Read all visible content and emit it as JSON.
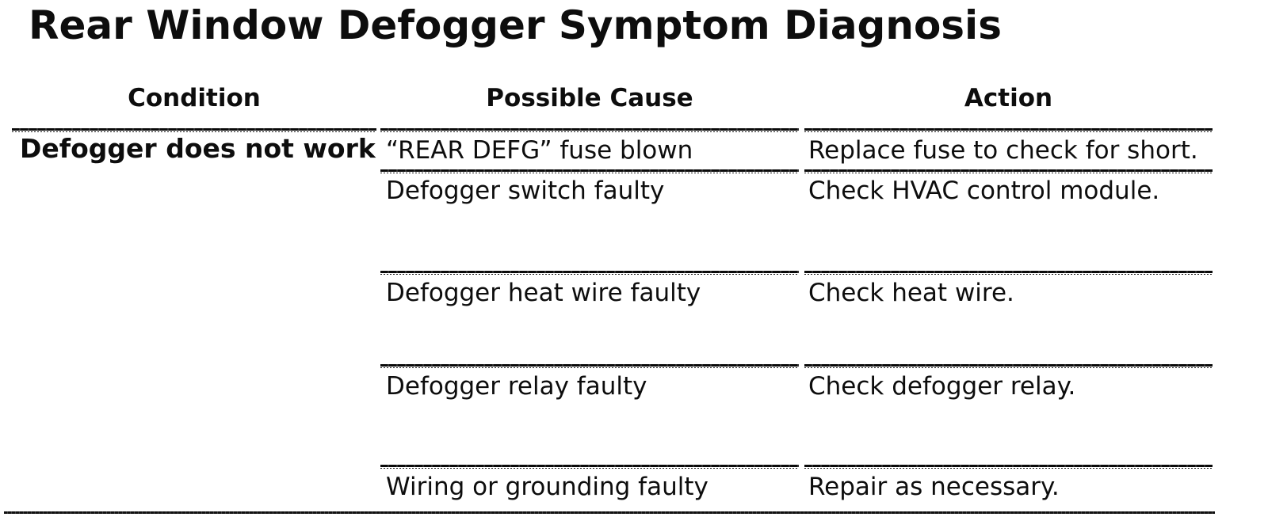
{
  "page": {
    "title": "Rear Window Defogger Symptom Diagnosis"
  },
  "table": {
    "columns": {
      "condition": "Condition",
      "possible_cause": "Possible Cause",
      "action": "Action"
    },
    "condition_value": "Defogger does not work",
    "rows": [
      {
        "cause": "“REAR DEFG” fuse blown",
        "action": "Replace fuse to check for short."
      },
      {
        "cause": "Defogger switch faulty",
        "action": "Check HVAC control module."
      },
      {
        "cause": "Defogger heat wire faulty",
        "action": "Check heat wire."
      },
      {
        "cause": "Defogger relay faulty",
        "action": "Check defogger relay."
      },
      {
        "cause": "Wiring or grounding faulty",
        "action": "Repair as necessary."
      }
    ],
    "ink_color": "#0d0d0d",
    "background_color": "#ffffff"
  }
}
